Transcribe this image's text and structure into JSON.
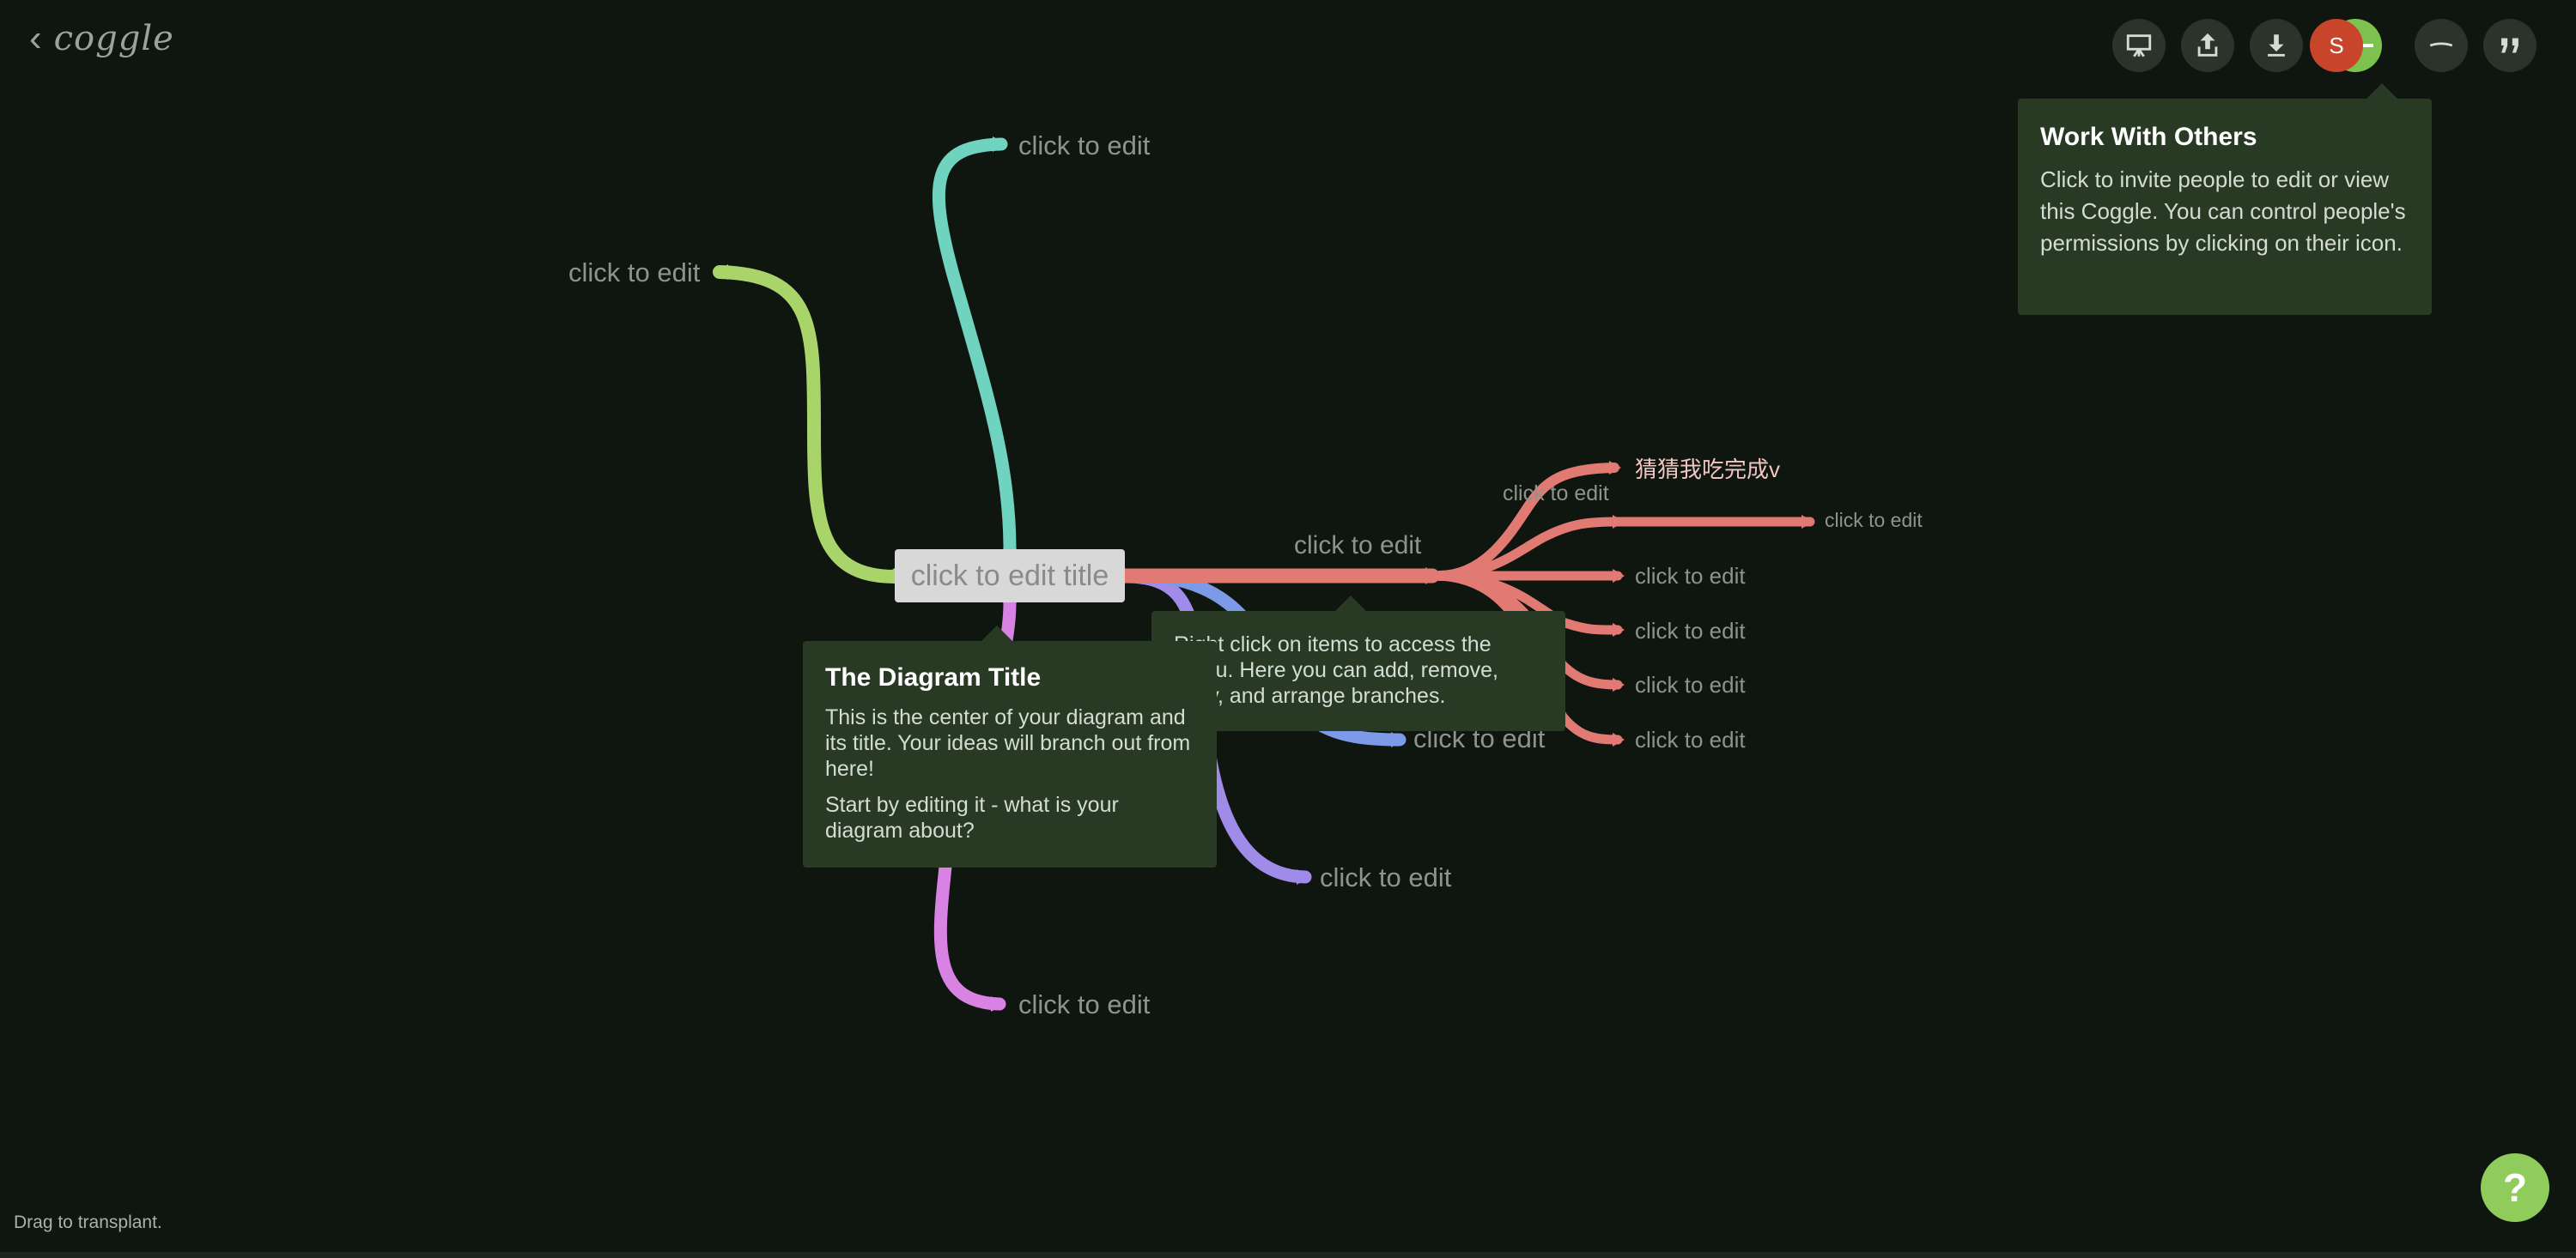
{
  "app": {
    "back_label": "coggle"
  },
  "toolbar": {
    "buttons": [
      "present-icon",
      "share-icon",
      "download-icon",
      "minimize-icon",
      "quote-icon"
    ],
    "avatar_initial": "S"
  },
  "colors": {
    "background": "#0f150f",
    "green": "#a8d46a",
    "teal": "#6fd3bf",
    "red": "#e17a73",
    "blue": "#7d9ae8",
    "purple": "#a08be8",
    "pink": "#d883e3",
    "tooltip": "#283a24",
    "help": "#8fcc5c"
  },
  "diagram": {
    "title": "click to edit title",
    "nodes": {
      "green": "click to edit",
      "teal": "click to edit",
      "red_main": "click to edit",
      "red_faint": "click to edit",
      "red_chinese": "猜猜我吃完成v",
      "red_far": "click to edit",
      "red_3": "click to edit",
      "red_4": "click to edit",
      "red_5": "click to edit",
      "red_6": "click to edit",
      "blue": "click to edit",
      "purple": "click to edit",
      "pink": "click to edit"
    }
  },
  "tooltips": {
    "work_with_others": {
      "title": "Work With Others",
      "body": "Click to invite people to edit or view this Coggle. You can control people's permissions by clicking on their icon."
    },
    "diagram_title": {
      "title": "The Diagram Title",
      "p1": "This is the center of your diagram and its title. Your ideas will branch out from here!",
      "p2": "Start by editing it - what is your diagram about?"
    },
    "right_click": {
      "body": "Right click on items to access the menu. Here you can add, remove, copy, and arrange branches."
    }
  },
  "status": {
    "text": "Drag to transplant."
  },
  "help": {
    "label": "?"
  }
}
